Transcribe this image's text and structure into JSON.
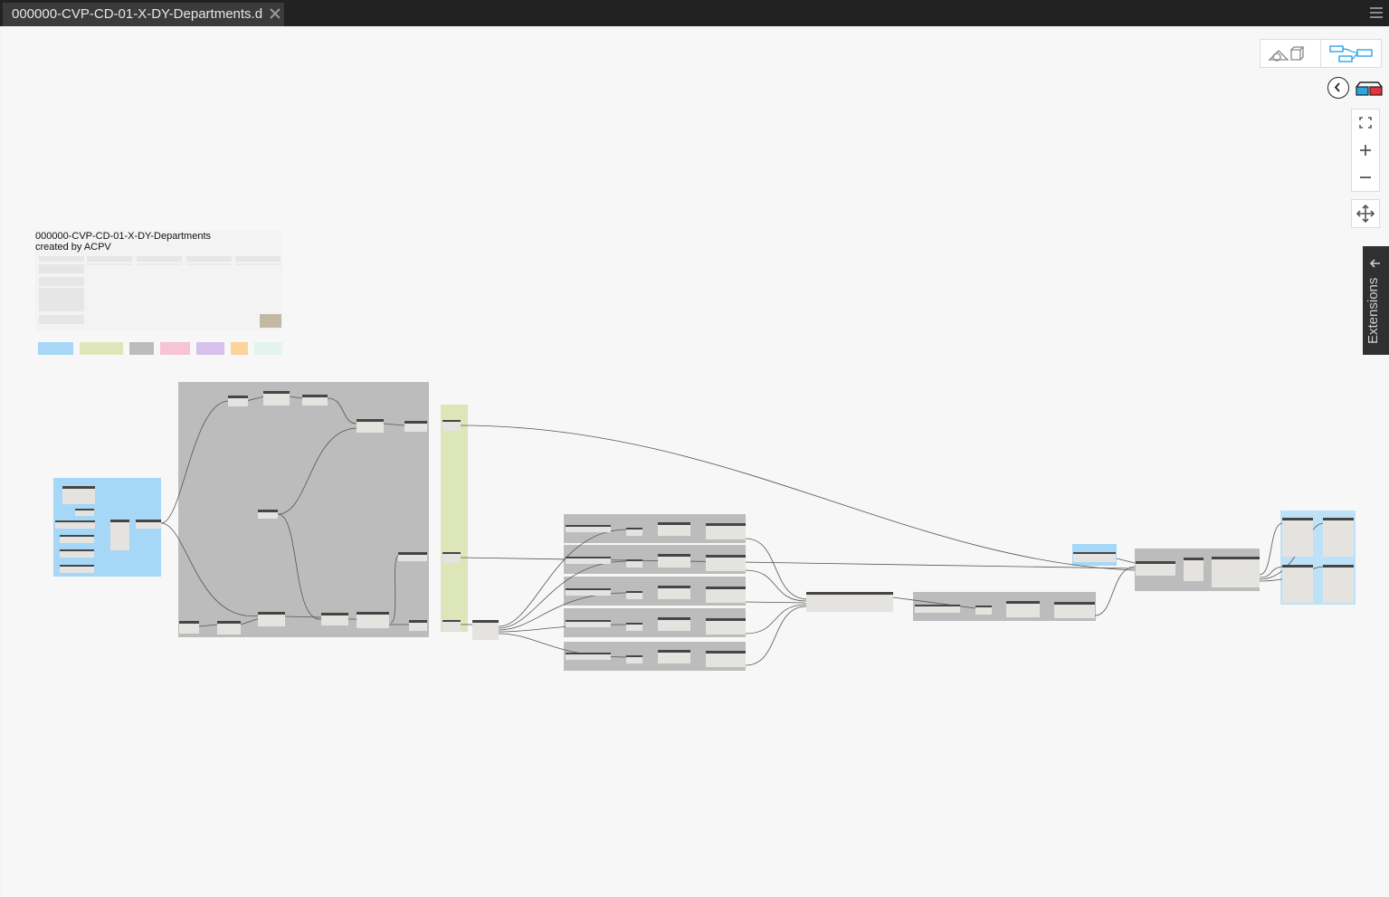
{
  "tab": {
    "title": "000000-CVP-CD-01-X-DY-Departments.d"
  },
  "canvas": {
    "graph_title": "000000-CVP-CD-01-X-DY-Departments",
    "author_line": "created by ACPV"
  },
  "icons": {
    "close": "close-icon",
    "menu": "hamburger-menu-icon",
    "geometry_view": "geometry-view-icon",
    "graph_view": "graph-view-icon",
    "back": "chevron-left-icon",
    "glasses": "3d-glasses-icon",
    "zoom_fit": "zoom-fit-icon",
    "zoom_in": "zoom-in-icon",
    "zoom_out": "zoom-out-icon",
    "pan": "pan-icon",
    "extensions_arrow": "arrow-left-icon"
  },
  "extensions": {
    "label": "Extensions"
  },
  "colors": {
    "titlebar": "#222222",
    "canvas": "#f7f7f7",
    "group_blue": "#a6d7f7",
    "group_green": "#dde6b9",
    "group_gray": "#bcbcbc",
    "node_header": "#454545",
    "active_view": "#1f9ce4"
  }
}
